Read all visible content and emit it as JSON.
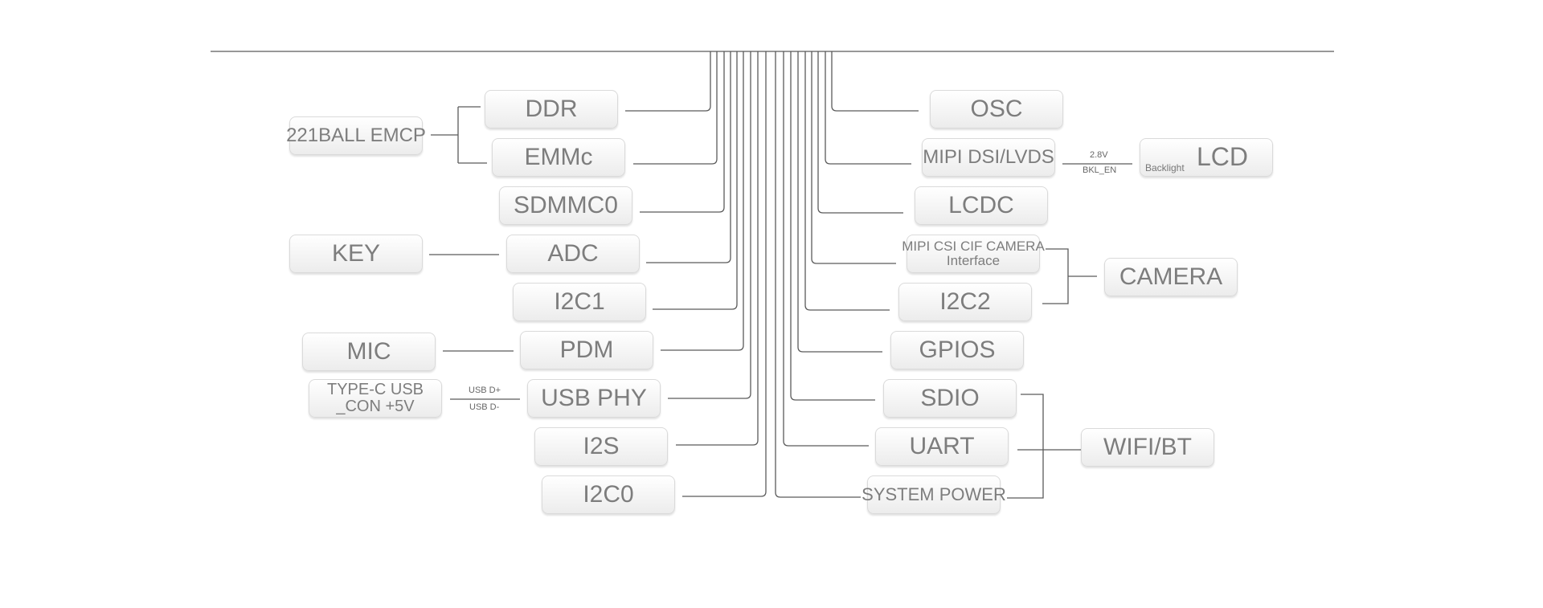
{
  "left": {
    "ddr": "DDR",
    "emmc": "EMMc",
    "sdmmc0": "SDMMC0",
    "adc": "ADC",
    "i2c1": "I2C1",
    "pdm": "PDM",
    "usb_phy": "USB PHY",
    "i2s": "I2S",
    "i2c0": "I2C0"
  },
  "right": {
    "osc": "OSC",
    "mipi_dsi": "MIPI DSI/LVDS",
    "lcdc": "LCDC",
    "mipi_csi_line1": "MIPI CSI CIF CAMERA",
    "mipi_csi_line2": "Interface",
    "i2c2": "I2C2",
    "gpios": "GPIOS",
    "sdio": "SDIO",
    "uart": "UART",
    "system_power": "SYSTEM POWER"
  },
  "peripherals": {
    "emcp": "221BALL EMCP",
    "key": "KEY",
    "mic": "MIC",
    "typec_line1": "TYPE-C USB",
    "typec_line2": "_CON +5V",
    "lcd": "LCD",
    "backlight": "Backlight",
    "camera": "CAMERA",
    "wifi_bt": "WIFI/BT"
  },
  "annotations": {
    "usb_dp": "USB D+",
    "usb_dm": "USB D-",
    "v28": "2.8V",
    "bkl_en": "BKL_EN"
  }
}
